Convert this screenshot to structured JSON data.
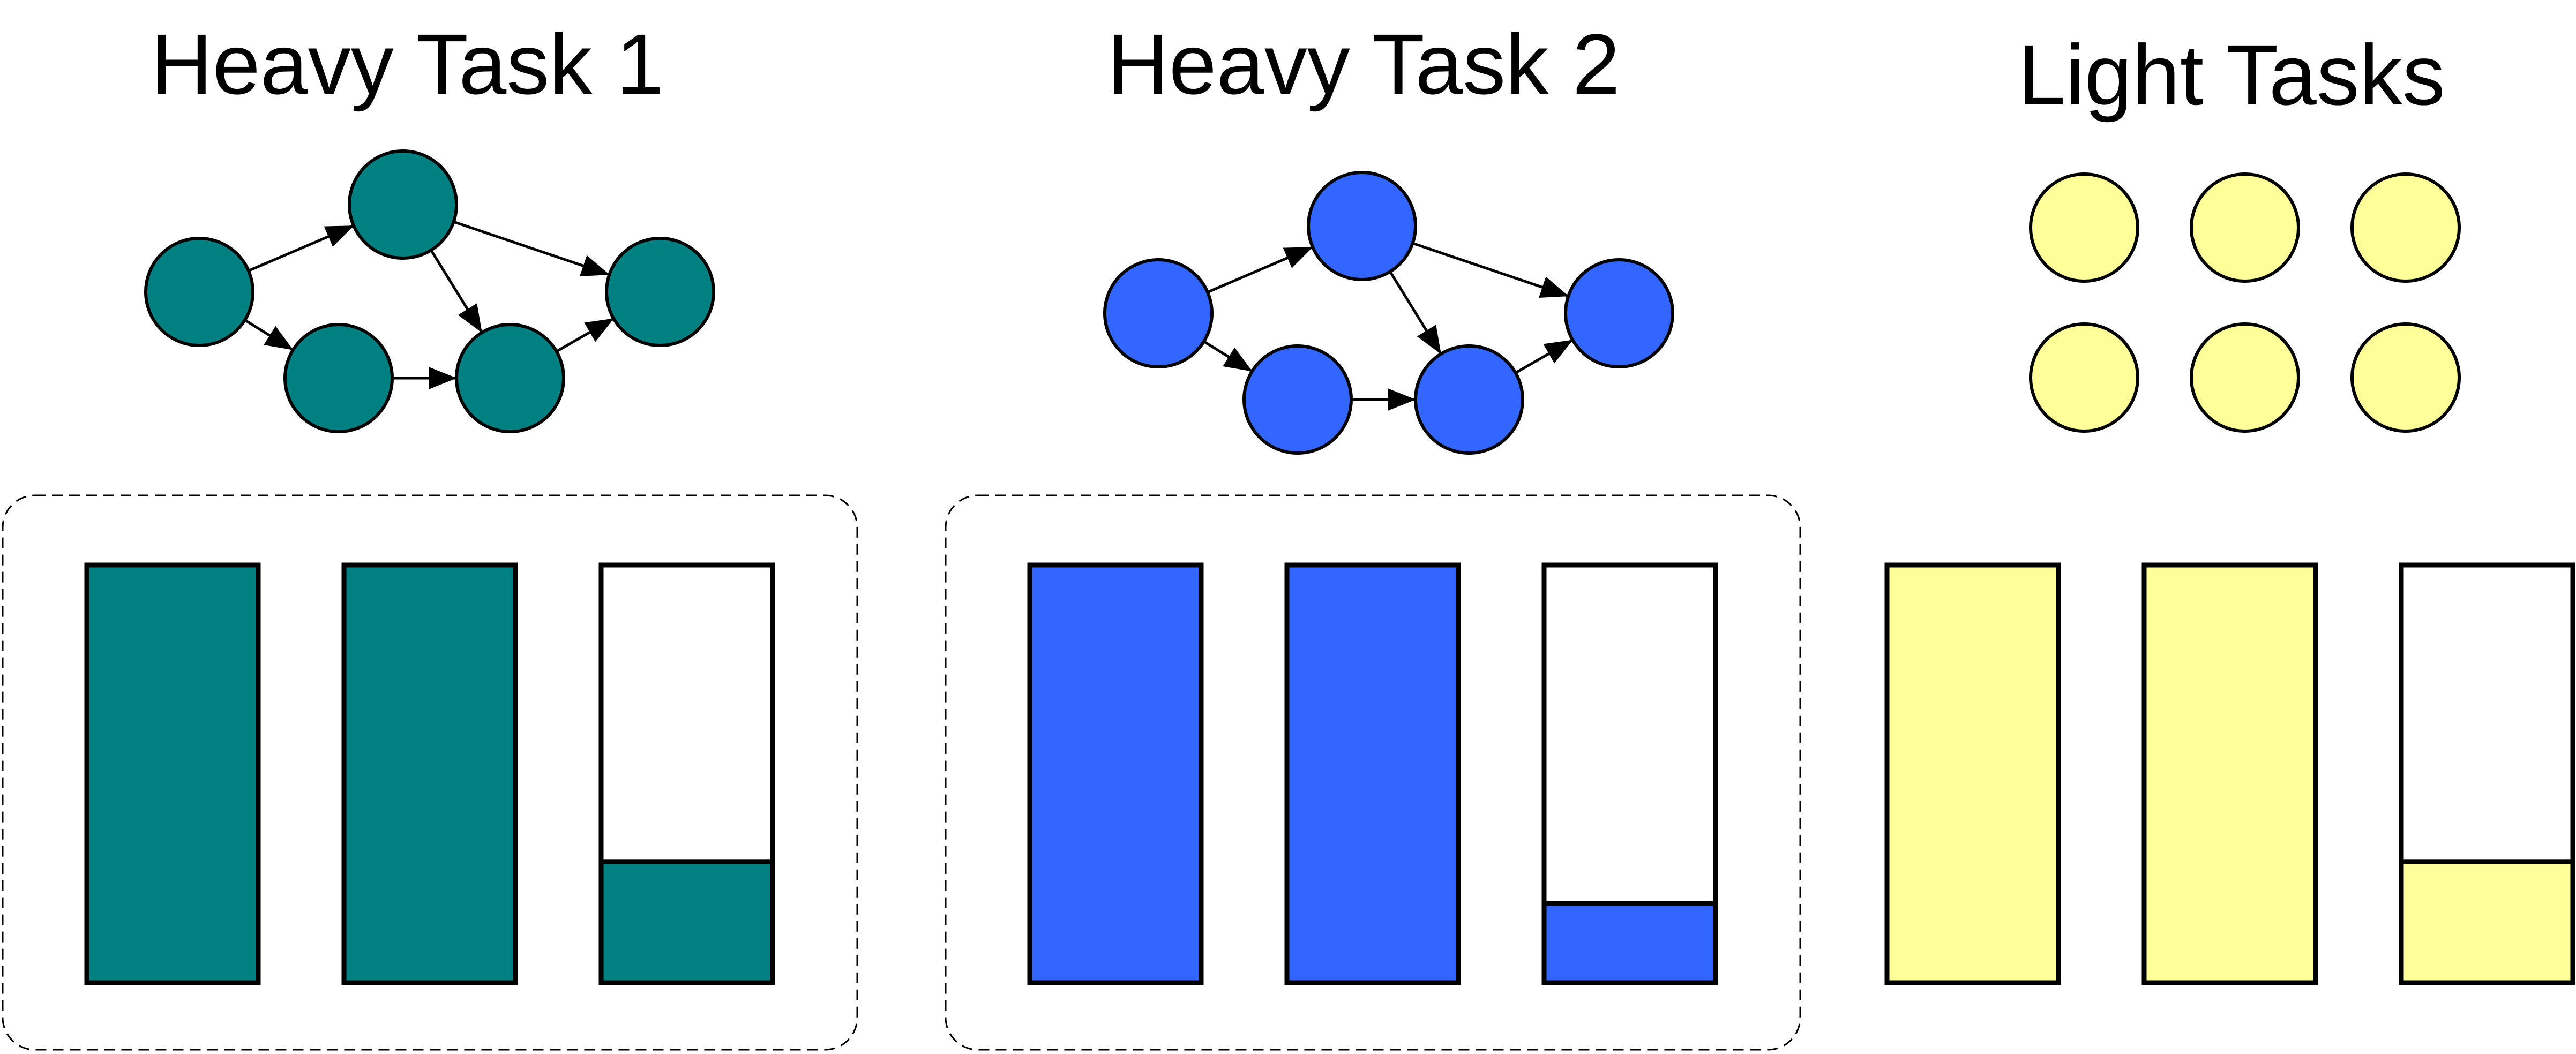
{
  "colors": {
    "heavy_task_1": "#008080",
    "heavy_task_2": "#3366FF",
    "light_tasks": "#FFFF99",
    "empty": "#FFFFFF",
    "outline": "#000000"
  },
  "tasks": [
    {
      "title": "Heavy Task 1",
      "kind": "task-graph",
      "nodes": 5,
      "edges": [
        [
          0,
          1
        ],
        [
          0,
          2
        ],
        [
          1,
          3
        ],
        [
          1,
          4
        ],
        [
          2,
          3
        ],
        [
          3,
          4
        ]
      ]
    },
    {
      "title": "Heavy Task 2",
      "kind": "task-graph",
      "nodes": 5,
      "edges": [
        [
          0,
          1
        ],
        [
          0,
          2
        ],
        [
          1,
          3
        ],
        [
          1,
          4
        ],
        [
          2,
          3
        ],
        [
          3,
          4
        ]
      ]
    },
    {
      "title": "Light Tasks",
      "kind": "independent-tasks",
      "nodes": 6
    }
  ],
  "core_groups": [
    {
      "owner": "Heavy Task 1",
      "grouped": true,
      "core_fill": [
        1.0,
        1.0,
        0.29
      ]
    },
    {
      "owner": "Heavy Task 2",
      "grouped": true,
      "core_fill": [
        1.0,
        1.0,
        0.19
      ]
    },
    {
      "owner": "Light Tasks",
      "grouped": false,
      "core_fill": [
        1.0,
        1.0,
        0.29
      ]
    }
  ]
}
